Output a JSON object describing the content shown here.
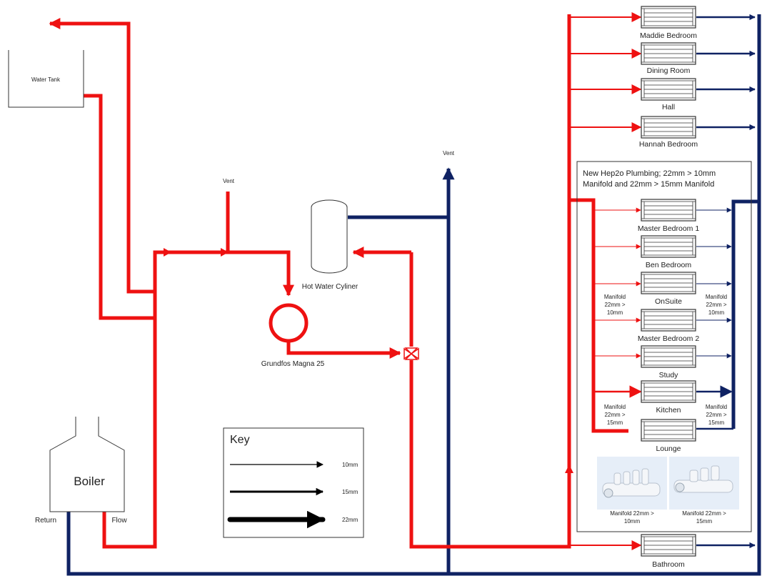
{
  "colors": {
    "flow": "#ee1111",
    "return": "#0f2263",
    "outline": "#333333",
    "key_arrow": "#000000"
  },
  "labels": {
    "water_tank": "Water Tank",
    "vent_left": "Vent",
    "vent_right": "Vent",
    "hot_water_cylinder": "Hot Water Cyliner",
    "pump": "Grundfos Magna 25",
    "boiler": "Boiler",
    "return": "Return",
    "flow": "Flow"
  },
  "key": {
    "title": "Key",
    "entries": [
      "10mm",
      "15mm",
      "22mm"
    ]
  },
  "rooms_upper": [
    "Maddie Bedroom",
    "Dining Room",
    "Hall",
    "Hannah Bedroom"
  ],
  "manifold_section": {
    "title_line1": "New Hep2o Plumbing; 22mm > 10mm",
    "title_line2": "Manifold and 22mm > 15mm Manifold",
    "rooms": [
      "Master Bedroom 1",
      "Ben Bedroom",
      "OnSuite",
      "Master Bedroom 2",
      "Study",
      "Kitchen",
      "Lounge"
    ],
    "manifold_10_left": [
      "Manifold",
      "22mm >",
      "10mm"
    ],
    "manifold_10_right": [
      "Manifold",
      "22mm >",
      "10mm"
    ],
    "manifold_15_left": [
      "Manifold",
      "22mm >",
      "15mm"
    ],
    "manifold_15_right": [
      "Manifold",
      "22mm >",
      "15mm"
    ],
    "photo_caption_left": [
      "Manifold 22mm >",
      "10mm"
    ],
    "photo_caption_right": [
      "Manifold 22mm >",
      "15mm"
    ]
  },
  "room_bottom": "Bathroom"
}
